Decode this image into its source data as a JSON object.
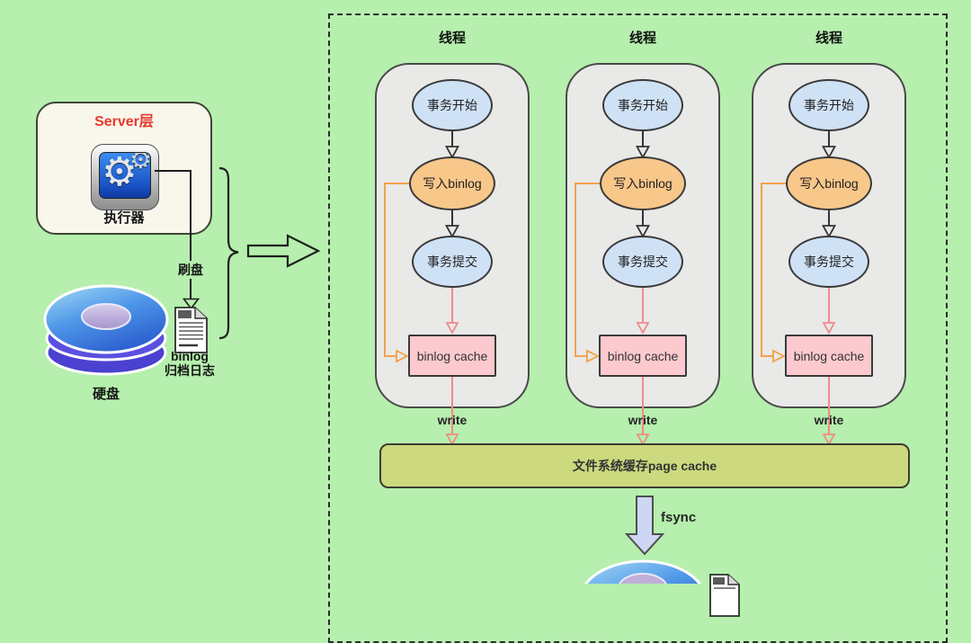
{
  "title_hint": "MySQL binlog 写入流程示意图",
  "colors": {
    "background": "#b6efae",
    "thread_panel": "#e9e9e7",
    "blue_node": "#cfe1f5",
    "orange_node": "#f8c78a",
    "pink_box": "#fbc9ce",
    "pink_arrow": "#ef8b8b",
    "orange_arrow": "#f2a24d",
    "page_cache_bar": "#ccd97e",
    "fsync_arrow_fill": "#cdd6f2",
    "server_box_bg": "#f9f6ec",
    "server_title_red": "#e53b2c"
  },
  "left_panel": {
    "server_box": {
      "title": "Server层",
      "executor_label": "执行器",
      "executor_icon": "gears-app-icon"
    },
    "flush_label": "刷盘",
    "disk_label": "硬盘",
    "binlog_file_label_line1": "binlog",
    "binlog_file_label_line2": "归档日志"
  },
  "threads": [
    {
      "title": "线程",
      "steps": [
        "事务开始",
        "写入binlog",
        "事务提交"
      ],
      "cache_label": "binlog cache",
      "write_label": "write"
    },
    {
      "title": "线程",
      "steps": [
        "事务开始",
        "写入binlog",
        "事务提交"
      ],
      "cache_label": "binlog cache",
      "write_label": "write"
    },
    {
      "title": "线程",
      "steps": [
        "事务开始",
        "写入binlog",
        "事务提交"
      ],
      "cache_label": "binlog cache",
      "write_label": "write"
    }
  ],
  "page_cache": {
    "label": "文件系统缓存page cache"
  },
  "fsync_label": "fsync",
  "icons": [
    "gears-app-icon",
    "hard-disk-icon",
    "binlog-file-icon",
    "curly-brace",
    "expand-arrow-icon",
    "fsync-arrow-icon",
    "bottom-disk-icon",
    "bottom-file-icon"
  ]
}
